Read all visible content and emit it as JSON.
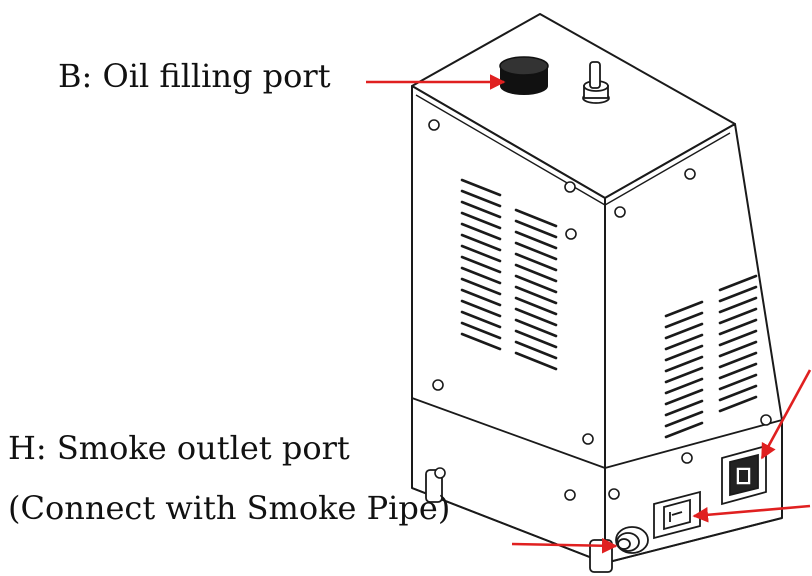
{
  "labels": {
    "oil_filling_port": "B: Oil filling port",
    "smoke_outlet_port": "H: Smoke outlet port",
    "smoke_outlet_note": "(Connect with Smoke Pipe)"
  },
  "colors": {
    "line": "#1a1a1a",
    "arrow": "#e02020",
    "body": "#ffffff",
    "cap": "#111111"
  }
}
